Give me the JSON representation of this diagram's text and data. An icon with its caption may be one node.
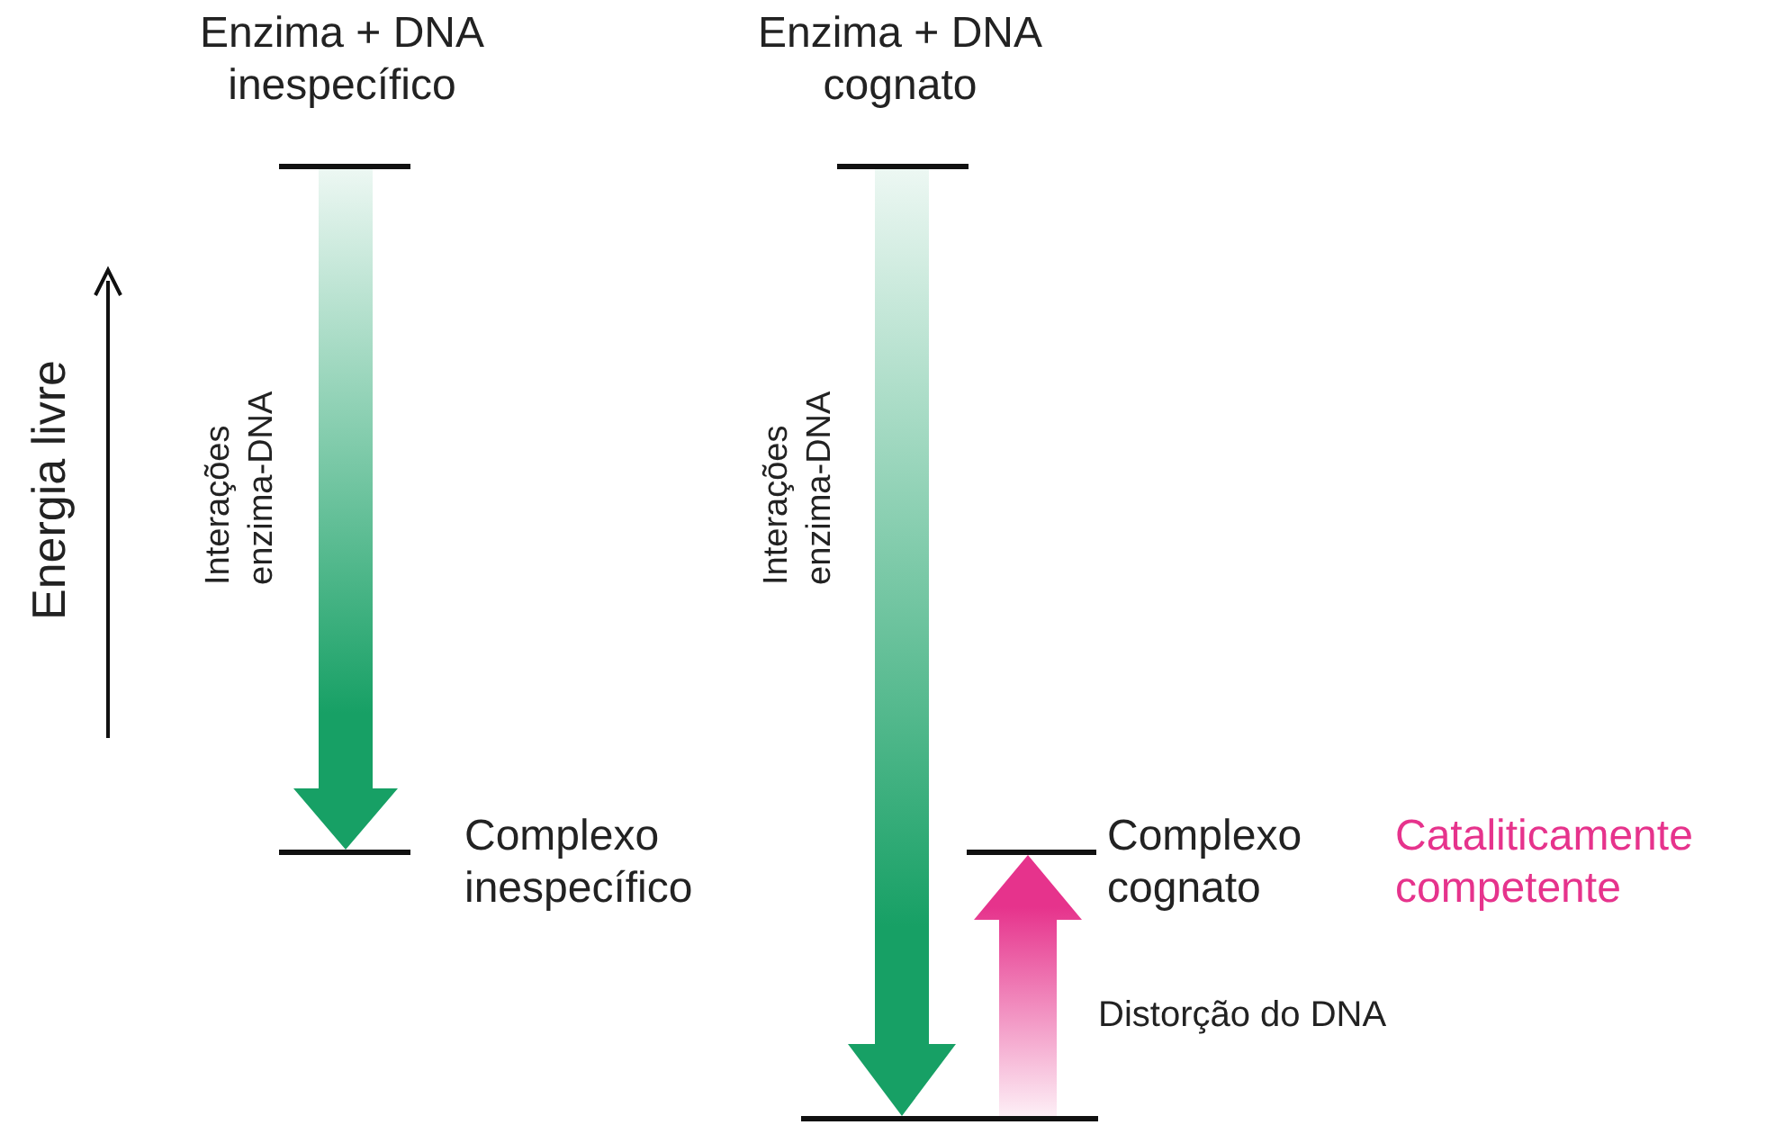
{
  "diagram": {
    "nodes": [
      {
        "text": [
          "Enzima + DNA inespecífico"
        ]
      },
      {
        "text": [
          "Complexo inespecífico"
        ]
      },
      {
        "text": [
          "Enzima + DNA cognato"
        ]
      },
      {
        "text": [
          "Complexo cognato"
        ]
      },
      {
        "text": [],
        "shape": "bar"
      }
    ],
    "edges": [
      {
        "from": 0,
        "to": 1,
        "arrow": "to",
        "label": "Interações enzima-DNA"
      },
      {
        "from": 2,
        "to": 4,
        "arrow": "to",
        "label": "Interações enzima-DNA"
      },
      {
        "from": 4,
        "to": 3,
        "arrow": "to",
        "label": "Distorção do DNA",
        "color": "#e6338c"
      }
    ],
    "labels": [
      "Energia livre",
      "Cataliticamente competente"
    ]
  }
}
